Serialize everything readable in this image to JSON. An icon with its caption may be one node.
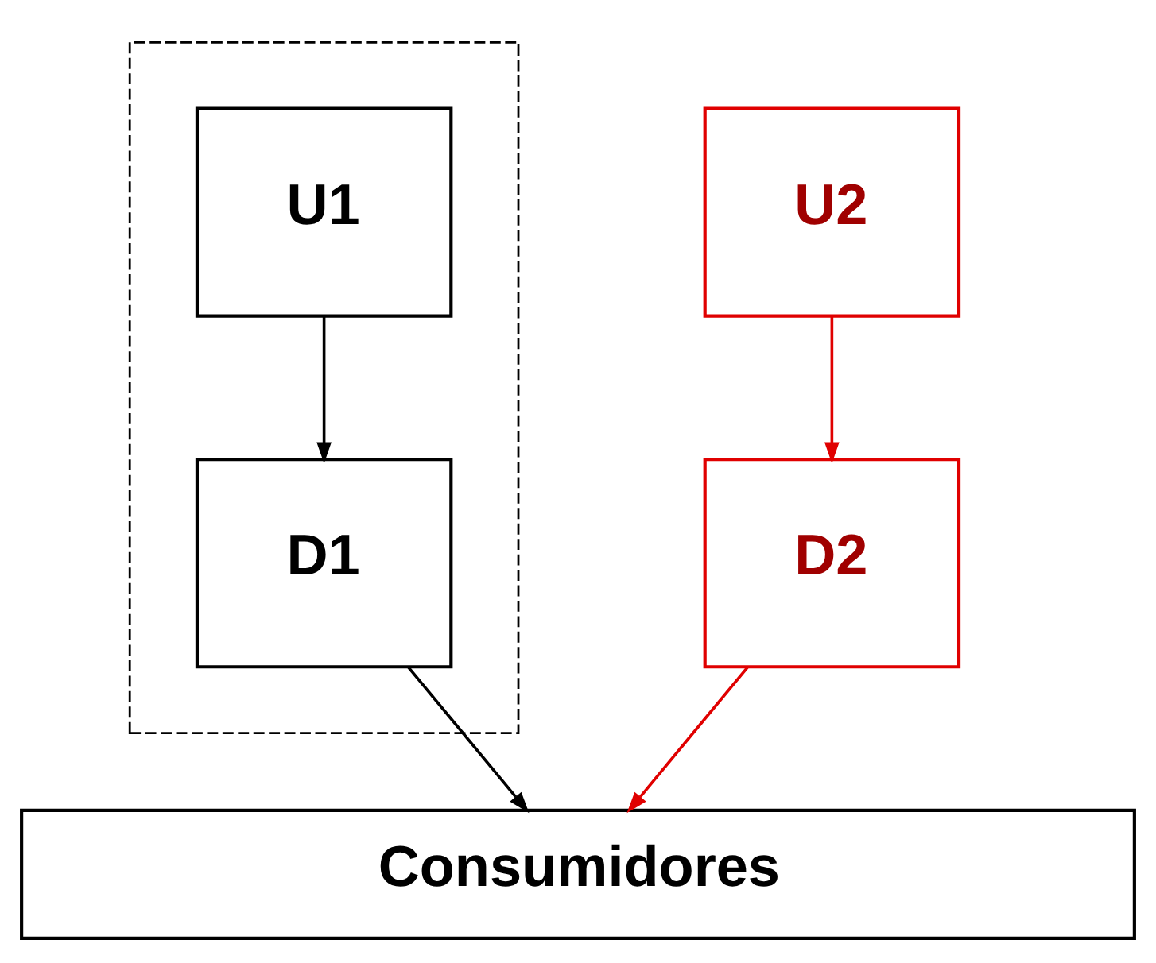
{
  "diagram": {
    "nodes": [
      {
        "text": [],
        "shape": "box"
      },
      {
        "text": [
          "U1"
        ],
        "in": 0
      },
      {
        "text": [
          "D1"
        ],
        "in": 0
      },
      {
        "text": [
          "U2"
        ]
      },
      {
        "text": [
          "D2"
        ]
      },
      {
        "text": [
          "Consumidores"
        ]
      }
    ],
    "edges": [
      {
        "from": 1,
        "to": 2,
        "arrow": "to"
      },
      {
        "from": 3,
        "to": 4,
        "arrow": "to",
        "color": "#e00000"
      },
      {
        "from": 2,
        "to": 5,
        "arrow": "to"
      },
      {
        "from": 4,
        "to": 5,
        "arrow": "to",
        "color": "#e00000"
      }
    ]
  }
}
